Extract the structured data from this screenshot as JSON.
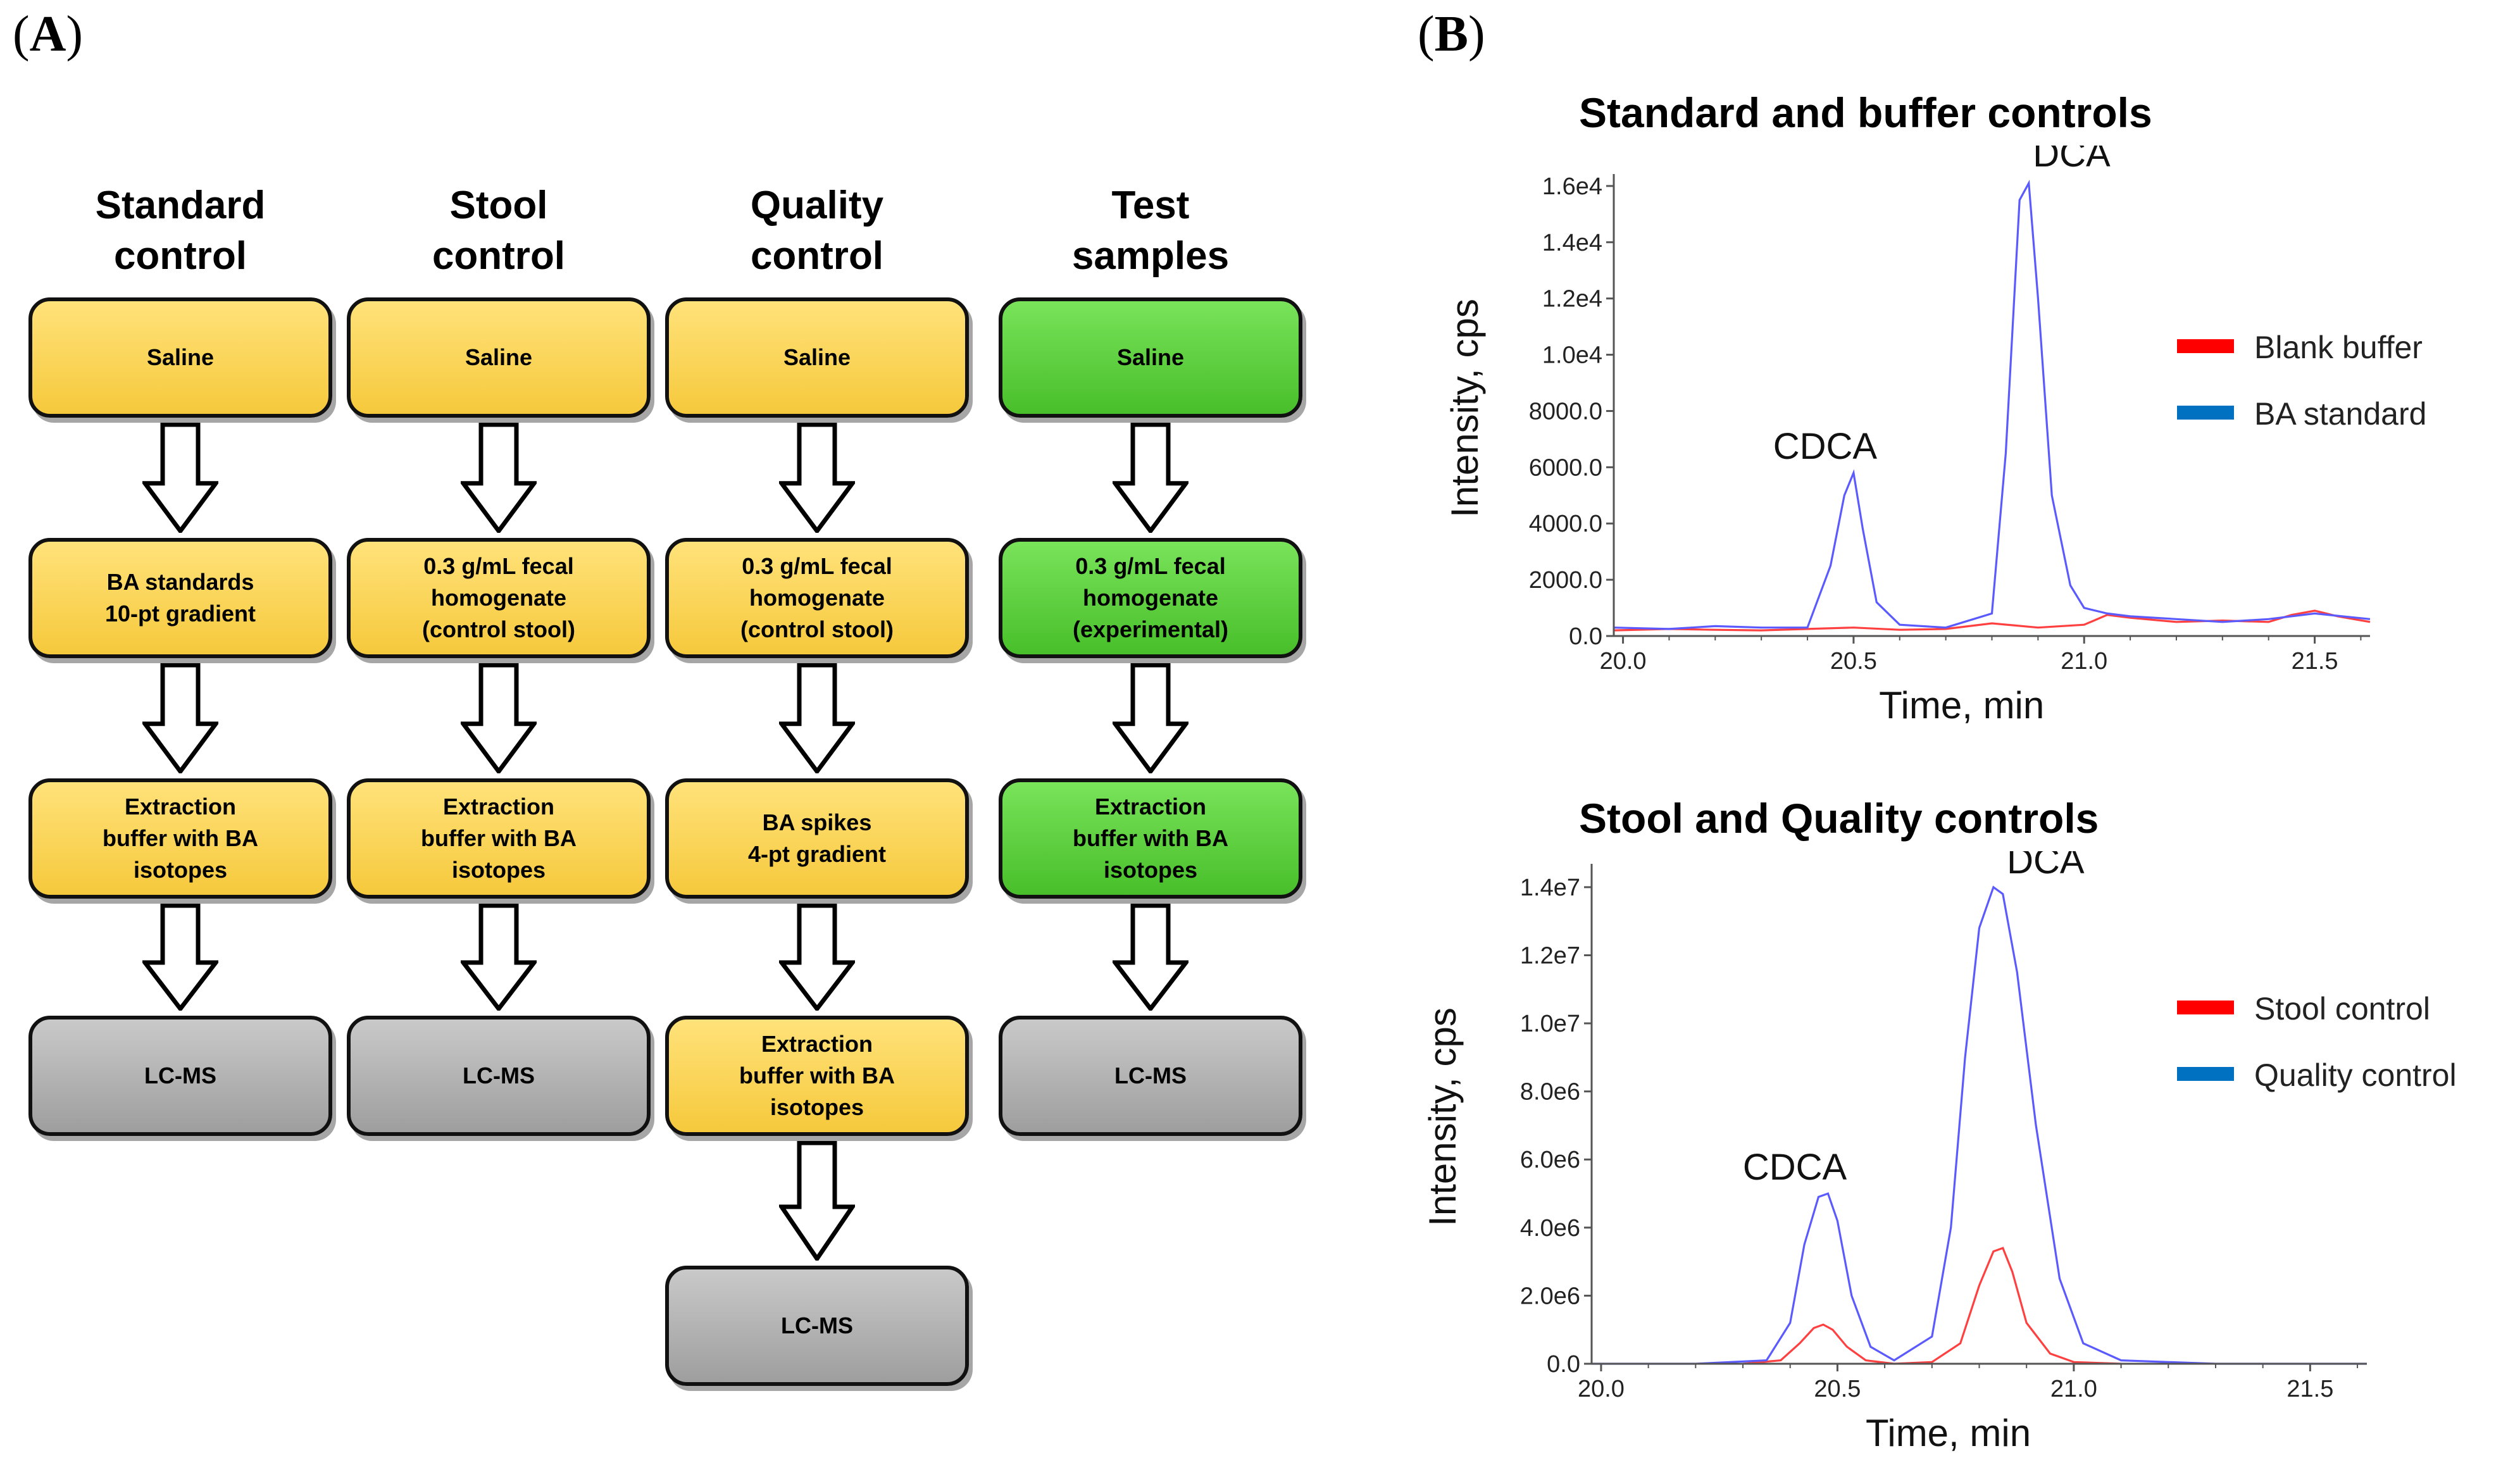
{
  "panel_a": {
    "label": "A",
    "columns": [
      {
        "header": "Standard\ncontrol",
        "steps": [
          {
            "text": "Saline",
            "color": "yellow"
          },
          {
            "text": "BA standards\n10-pt gradient",
            "color": "yellow"
          },
          {
            "text": "Extraction\nbuffer with BA\nisotopes",
            "color": "yellow"
          },
          {
            "text": "LC-MS",
            "color": "gray"
          }
        ]
      },
      {
        "header": "Stool\ncontrol",
        "steps": [
          {
            "text": "Saline",
            "color": "yellow"
          },
          {
            "text": "0.3 g/mL fecal\nhomogenate\n(control stool)",
            "color": "yellow"
          },
          {
            "text": "Extraction\nbuffer with BA\nisotopes",
            "color": "yellow"
          },
          {
            "text": "LC-MS",
            "color": "gray"
          }
        ]
      },
      {
        "header": "Quality\ncontrol",
        "steps": [
          {
            "text": "Saline",
            "color": "yellow"
          },
          {
            "text": "0.3 g/mL fecal\nhomogenate\n(control stool)",
            "color": "yellow"
          },
          {
            "text": "BA spikes\n4-pt gradient",
            "color": "yellow"
          },
          {
            "text": "Extraction\nbuffer with BA\nisotopes",
            "color": "yellow"
          },
          {
            "text": "LC-MS",
            "color": "gray"
          }
        ]
      },
      {
        "header": "Test\nsamples",
        "steps": [
          {
            "text": "Saline",
            "color": "green"
          },
          {
            "text": "0.3 g/mL fecal\nhomogenate\n(experimental)",
            "color": "green"
          },
          {
            "text": "Extraction\nbuffer with BA\nisotopes",
            "color": "green"
          },
          {
            "text": "LC-MS",
            "color": "gray"
          }
        ]
      }
    ]
  },
  "panel_b": {
    "label": "B"
  },
  "colors": {
    "red": "#ff4040",
    "blue": "#5a5aff",
    "legend_red": "#ff0000",
    "legend_blue": "#0070c0"
  },
  "chart_data": [
    {
      "type": "line",
      "title": "Standard and buffer controls",
      "xlabel": "Time, min",
      "ylabel": "Intensity, cps",
      "xlim": [
        19.98,
        21.62
      ],
      "ylim": [
        0,
        16200
      ],
      "xticks": [
        "20.0",
        "20.5",
        "21.0",
        "21.5"
      ],
      "xtick_values": [
        20.0,
        20.5,
        21.0,
        21.5
      ],
      "yticks": [
        "0.0",
        "2000.0",
        "4000.0",
        "6000.0",
        "8000.0",
        "1.0e4",
        "1.2e4",
        "1.4e4",
        "1.6e4"
      ],
      "ytick_values": [
        0,
        2000,
        4000,
        6000,
        8000,
        10000,
        12000,
        14000,
        16000
      ],
      "annotations": [
        {
          "text": "CDCA",
          "x": 20.5,
          "y": 5800
        },
        {
          "text": "DCA",
          "x": 20.87,
          "y": 16200
        }
      ],
      "legend": "right",
      "series": [
        {
          "name": "Blank buffer",
          "color": "red",
          "x": [
            19.98,
            20.1,
            20.2,
            20.3,
            20.4,
            20.5,
            20.6,
            20.7,
            20.8,
            20.9,
            21.0,
            21.05,
            21.1,
            21.2,
            21.3,
            21.4,
            21.45,
            21.5,
            21.55,
            21.62
          ],
          "y": [
            200,
            250,
            220,
            200,
            250,
            300,
            220,
            250,
            450,
            300,
            400,
            750,
            650,
            500,
            550,
            500,
            750,
            900,
            700,
            500
          ]
        },
        {
          "name": "BA standard",
          "color": "blue",
          "x": [
            19.98,
            20.1,
            20.2,
            20.3,
            20.4,
            20.45,
            20.48,
            20.5,
            20.52,
            20.55,
            20.6,
            20.7,
            20.8,
            20.83,
            20.86,
            20.88,
            20.9,
            20.93,
            20.97,
            21.0,
            21.05,
            21.1,
            21.2,
            21.3,
            21.4,
            21.5,
            21.62
          ],
          "y": [
            300,
            250,
            350,
            300,
            300,
            2500,
            5000,
            5800,
            3800,
            1200,
            400,
            300,
            800,
            6500,
            15500,
            16100,
            12000,
            5000,
            1800,
            1000,
            800,
            700,
            600,
            500,
            600,
            800,
            600
          ]
        }
      ]
    },
    {
      "type": "line",
      "title": "Stool and Quality controls",
      "xlabel": "Time, min",
      "ylabel": "Intensity, cps",
      "xlim": [
        19.98,
        21.62
      ],
      "ylim": [
        0,
        14500000
      ],
      "xticks": [
        "20.0",
        "20.5",
        "21.0",
        "21.5"
      ],
      "xtick_values": [
        20.0,
        20.5,
        21.0,
        21.5
      ],
      "yticks": [
        "0.0",
        "2.0e6",
        "4.0e6",
        "6.0e6",
        "8.0e6",
        "1.0e7",
        "1.2e7",
        "1.4e7"
      ],
      "ytick_values": [
        0,
        2000000,
        4000000,
        6000000,
        8000000,
        10000000,
        12000000,
        14000000
      ],
      "annotations": [
        {
          "text": "CDCA",
          "x": 20.47,
          "y": 5000000
        },
        {
          "text": "DCA",
          "x": 20.84,
          "y": 14000000
        }
      ],
      "legend": "right",
      "series": [
        {
          "name": "Stool control",
          "color": "red",
          "x": [
            20.3,
            20.38,
            20.42,
            20.45,
            20.47,
            20.49,
            20.52,
            20.56,
            20.62,
            20.7,
            20.76,
            20.8,
            20.83,
            20.85,
            20.87,
            20.9,
            20.95,
            21.0,
            21.1
          ],
          "y": [
            0,
            100000,
            600000,
            1050000,
            1150000,
            1000000,
            500000,
            100000,
            0,
            50000,
            600000,
            2300000,
            3300000,
            3400000,
            2700000,
            1200000,
            300000,
            50000,
            0
          ]
        },
        {
          "name": "Quality control",
          "color": "blue",
          "x": [
            19.98,
            20.2,
            20.35,
            20.4,
            20.43,
            20.46,
            20.48,
            20.5,
            20.53,
            20.57,
            20.62,
            20.7,
            20.74,
            20.77,
            20.8,
            20.83,
            20.85,
            20.88,
            20.92,
            20.97,
            21.02,
            21.1,
            21.3,
            21.5,
            21.62
          ],
          "y": [
            0,
            0,
            100000,
            1200000,
            3500000,
            4900000,
            5000000,
            4200000,
            2000000,
            500000,
            100000,
            800000,
            4000000,
            9000000,
            12800000,
            14000000,
            13800000,
            11500000,
            7000000,
            2500000,
            600000,
            100000,
            0,
            0,
            0
          ]
        }
      ]
    }
  ]
}
